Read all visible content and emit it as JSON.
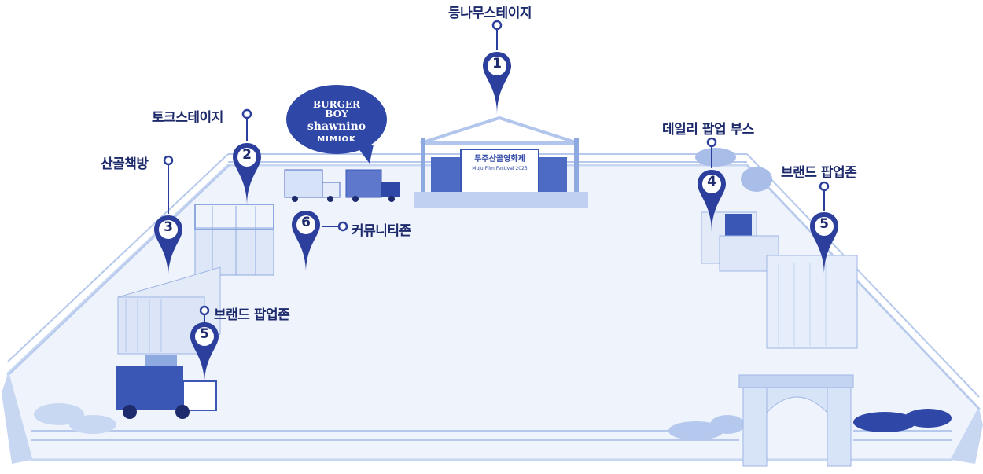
{
  "zones": [
    {
      "number": "1",
      "label": "등나무스테이지"
    },
    {
      "number": "2",
      "label": "토크스테이지"
    },
    {
      "number": "3",
      "label": "산골책방"
    },
    {
      "number": "4",
      "label": "데일리 팝업 부스"
    },
    {
      "number": "5",
      "label": "브랜드 팝업존"
    },
    {
      "number": "5",
      "label": "브랜드 팝업존"
    },
    {
      "number": "6",
      "label": "커뮤니티존"
    }
  ],
  "brand_bubble": {
    "line1": "BURGER",
    "line2": "BOY",
    "line3": "shawnino",
    "line4": "MIMIOK"
  },
  "stage_screen": {
    "title": "무주산골영화제",
    "subtitle": "Muju Film Festival 2025"
  },
  "colors": {
    "pin": "#2c3f9c",
    "pin_text": "#1d2a6b",
    "ground": "#f0f4fc",
    "fence": "#c2d3f0",
    "accent": "#3a57b6"
  }
}
